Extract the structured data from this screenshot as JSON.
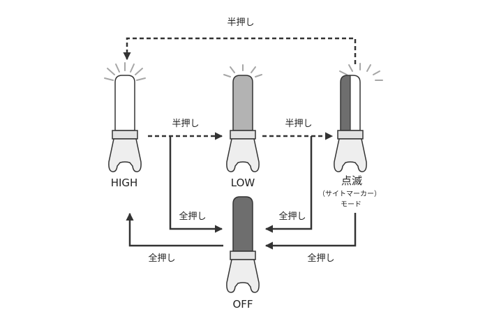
{
  "modes": {
    "high": "HIGH",
    "low": "LOW",
    "blink": "点滅",
    "blink_sub1": "（サイトマーカー）",
    "blink_sub2": "モード",
    "off": "OFF"
  },
  "actions": {
    "half_press": "半押し",
    "full_press": "全押し"
  },
  "colors": {
    "stroke": "#333333",
    "lamp_off": "#ffffff",
    "lamp_low": "#b3b3b3",
    "lamp_dark": "#6e6e6e",
    "rays": "#a6a6a6",
    "collar": "#e2e2e2",
    "head": "#eeeeee"
  }
}
